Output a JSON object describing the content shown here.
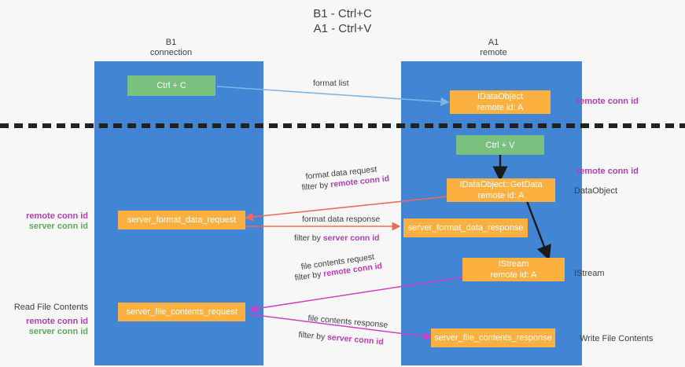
{
  "title": "B1 - Ctrl+C\nA1 - Ctrl+V",
  "columns": {
    "left": "B1\nconnection",
    "right": "A1\nremote"
  },
  "colors": {
    "lane": "#4285d4",
    "green_node": "#7ac17f",
    "orange_node": "#fbb040",
    "purple_text": "#b23fb2",
    "green_text": "#5fa95f",
    "blue_arrow": "#7eb6e8",
    "red_arrow": "#ef6a5a",
    "magenta_arrow": "#cf3fc0",
    "black_arrow": "#1a1a1a",
    "background": "#f7f7f7"
  },
  "nodes": {
    "ctrl_c": "Ctrl + C",
    "ctrl_v": "Ctrl + V",
    "idataobject": "IDataObject\nremote id: A",
    "getdata": "IDataObject::GetData\nremote id: A",
    "istream": "IStream\nremote id: A",
    "server_format_data_request": "server_format_data_request",
    "server_format_data_response": "server_format_data_response",
    "server_file_contents_request": "server_file_contents_request",
    "server_file_contents_response": "server_file_contents_response"
  },
  "edges": {
    "format_list": "format list",
    "format_data_request": "format data request",
    "format_data_request_filter_prefix": "filter by ",
    "format_data_request_filter_key": "remote conn id",
    "format_data_response": "format data response",
    "format_data_response_filter_prefix": "filter by ",
    "format_data_response_filter_key": "server conn id",
    "file_contents_request": "file contents request",
    "file_contents_request_filter_prefix": "filter by ",
    "file_contents_request_filter_key": "remote conn id",
    "file_contents_response": "file contents response",
    "file_contents_response_filter_prefix": "filter by ",
    "file_contents_response_filter_key": "server conn id"
  },
  "annotations": {
    "right_remote_conn_id_top": "remote conn id",
    "right_remote_conn_id_mid": "remote conn id",
    "right_dataobject": "DataObject",
    "right_istream": "IStream",
    "right_write_file_contents": "Write File Contents",
    "left_remote_conn_id": "remote conn id",
    "left_server_conn_id": "server conn id",
    "left_read_file_contents": "Read File Contents",
    "left_remote_conn_id_2": "remote conn id",
    "left_server_conn_id_2": "server conn id"
  }
}
